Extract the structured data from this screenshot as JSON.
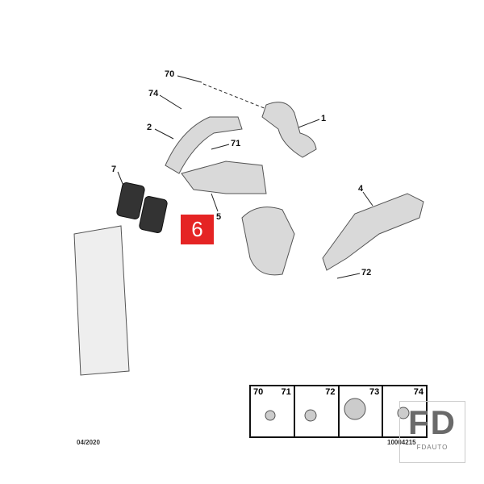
{
  "callouts": {
    "c70": "70",
    "c74": "74",
    "c1": "1",
    "c2": "2",
    "c71": "71",
    "c7": "7",
    "c5": "5",
    "c4": "4",
    "c72": "72"
  },
  "highlight": {
    "label": "6",
    "color": "#e52424"
  },
  "table": {
    "cells": [
      {
        "labels": [
          "70",
          "71"
        ]
      },
      {
        "labels": [
          "72"
        ]
      },
      {
        "labels": [
          "73"
        ]
      },
      {
        "labels": [
          "74"
        ]
      }
    ]
  },
  "footer": {
    "date": "04/2020",
    "ref": "10004215"
  },
  "watermark": {
    "logo": "FD",
    "text": "FDAUTO"
  }
}
